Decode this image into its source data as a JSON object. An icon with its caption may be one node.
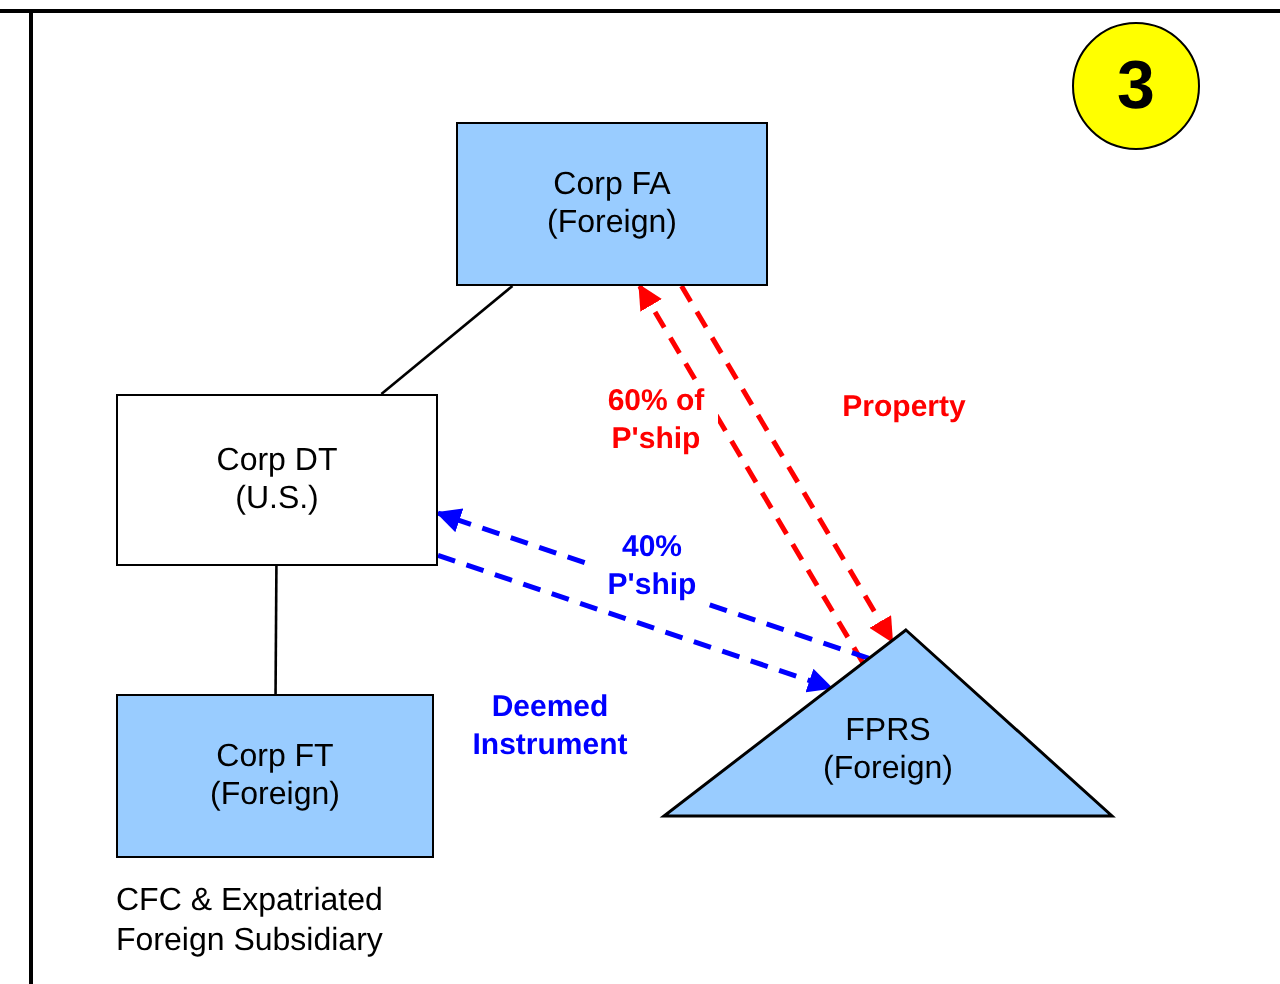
{
  "diagram": {
    "nodes": [
      {
        "text": [
          "3"
        ]
      },
      {
        "text": [
          "Corp FA (Foreign)"
        ]
      },
      {
        "text": [
          "Corp DT (U.S.)"
        ]
      },
      {
        "text": [
          "Corp FT (Foreign)"
        ],
        "beside": [
          "CFC & Expatriated Foreign Subsidiary"
        ]
      },
      {
        "text": [
          "FPRS (Foreign)"
        ]
      }
    ],
    "edges": [
      {
        "from": 1,
        "to": 2,
        "arrow": "none"
      },
      {
        "from": 2,
        "to": 3,
        "arrow": "none"
      },
      {
        "from": 4,
        "to": 1,
        "arrow": "to",
        "label": "60% of P'ship",
        "style": "dashed",
        "color": "#ff0000"
      },
      {
        "from": 1,
        "to": 4,
        "arrow": "to",
        "label": "Property",
        "style": "dashed",
        "color": "#ff0000"
      },
      {
        "from": 4,
        "to": 2,
        "arrow": "to",
        "label": "40% P'ship",
        "style": "dashed",
        "color": "#0000ff"
      },
      {
        "from": 2,
        "to": 4,
        "arrow": "to",
        "label": "Deemed Instrument",
        "style": "dashed",
        "color": "#0000ff"
      }
    ]
  }
}
